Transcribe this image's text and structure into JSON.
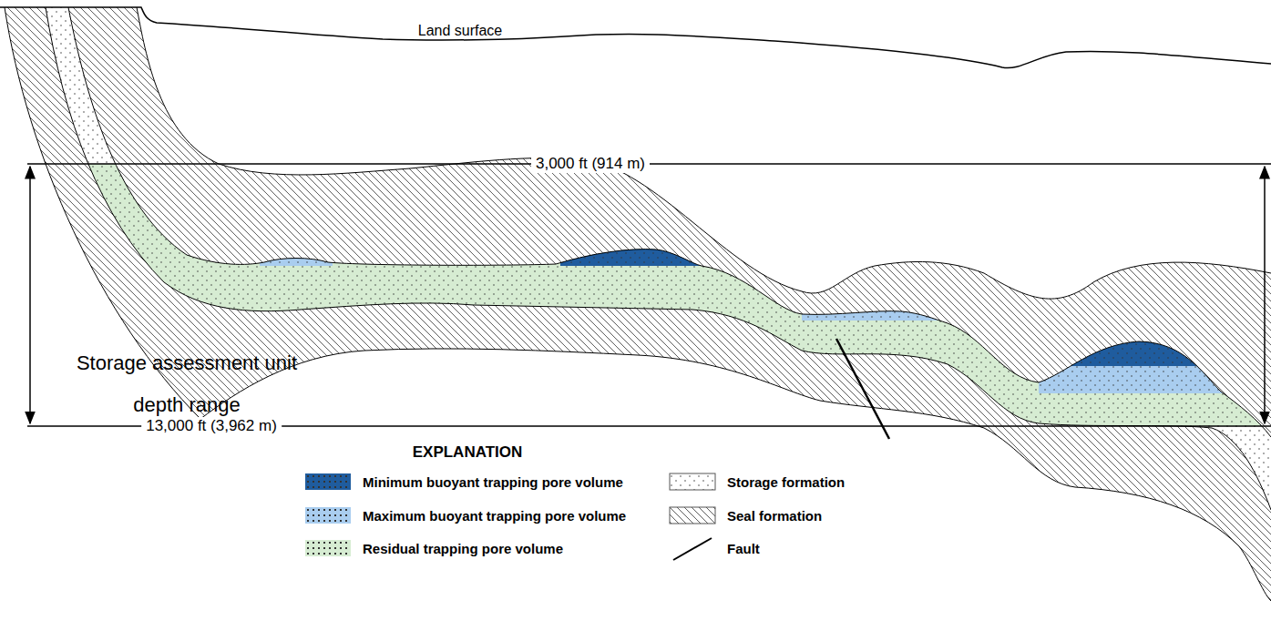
{
  "diagram": {
    "labels": [
      "Land surface",
      "3,000 ft (914 m)",
      "Storage assessment unit depth range",
      "13,000 ft (3,962 m)",
      "EXPLANATION"
    ],
    "legend": [
      {
        "text": "Minimum buoyant trapping pore volume",
        "color": "#1f5c9e"
      },
      {
        "text": "Maximum buoyant trapping pore volume",
        "color": "#a9cdef"
      },
      {
        "text": "Residual trapping pore volume",
        "color": "#d6ecd2"
      },
      {
        "text": "Storage formation"
      },
      {
        "text": "Seal formation"
      },
      {
        "text": "Fault"
      }
    ]
  }
}
